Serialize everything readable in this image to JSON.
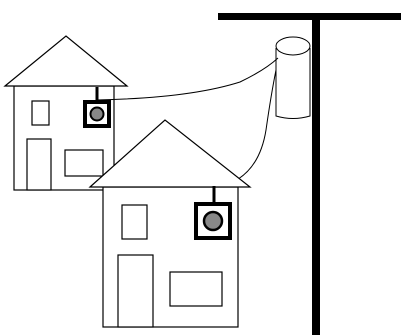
{
  "diagram": {
    "subject": "",
    "houses": [
      {
        "id": "house-left",
        "has_meter": true
      },
      {
        "id": "house-right",
        "has_meter": true
      }
    ],
    "pole": {
      "has_crossarm": true,
      "has_transformer": true
    },
    "connections": [
      {
        "from": "transformer",
        "to": "house-left-meter"
      },
      {
        "from": "transformer",
        "to": "house-right-meter"
      }
    ],
    "colors": {
      "stroke": "#000000",
      "fill": "#ffffff",
      "meter_dial": "#888888",
      "pole": "#000000"
    }
  }
}
